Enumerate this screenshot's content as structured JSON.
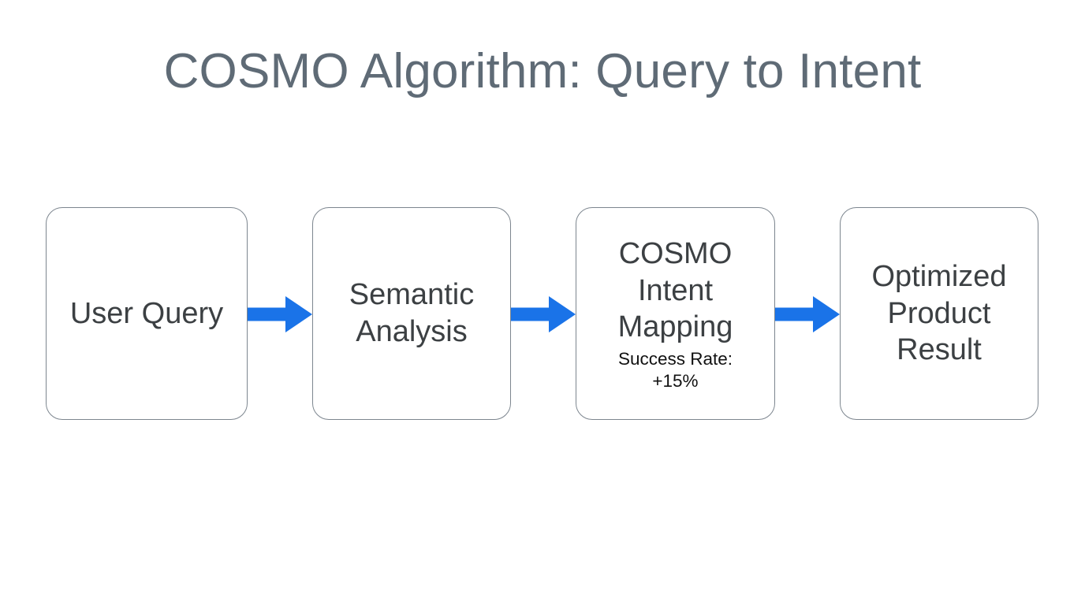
{
  "slide": {
    "title": "COSMO Algorithm: Query to Intent",
    "background_color": "#ffffff",
    "title_color": "#5f6b76"
  },
  "diagram": {
    "type": "horizontal-flow",
    "node_border_color": "#7d868f",
    "node_fill_color": "#ffffff",
    "node_text_color": "#3c4043",
    "sub_text_color": "#111111",
    "arrow_color": "#1a73e8",
    "nodes": [
      {
        "id": "user-query",
        "label": "User Query",
        "sub": ""
      },
      {
        "id": "semantic-analysis",
        "label": "Semantic\nAnalysis",
        "sub": ""
      },
      {
        "id": "cosmo-intent-mapping",
        "label": "COSMO\nIntent\nMapping",
        "sub": "Success Rate:\n+15%"
      },
      {
        "id": "optimized-product-result",
        "label": "Optimized\nProduct\nResult",
        "sub": ""
      }
    ],
    "arrows": [
      {
        "id": "arrow-1",
        "from": "user-query",
        "to": "semantic-analysis",
        "icon": "right-arrow-icon"
      },
      {
        "id": "arrow-2",
        "from": "semantic-analysis",
        "to": "cosmo-intent-mapping",
        "icon": "right-arrow-icon"
      },
      {
        "id": "arrow-3",
        "from": "cosmo-intent-mapping",
        "to": "optimized-product-result",
        "icon": "right-arrow-icon"
      }
    ]
  }
}
